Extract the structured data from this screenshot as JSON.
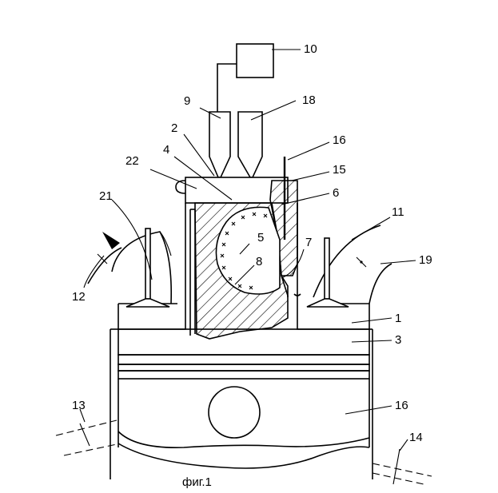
{
  "figure": {
    "caption": "фиг.1",
    "labels": {
      "l1": "1",
      "l2": "2",
      "l3": "3",
      "l4": "4",
      "l5": "5",
      "l6": "6",
      "l7": "7",
      "l8": "8",
      "l9": "9",
      "l10": "10",
      "l11": "11",
      "l12": "12",
      "l13": "13",
      "l14": "14",
      "l15": "15",
      "l16a": "16",
      "l16b": "16",
      "l18": "18",
      "l19": "19",
      "l21": "21",
      "l22": "22"
    }
  }
}
